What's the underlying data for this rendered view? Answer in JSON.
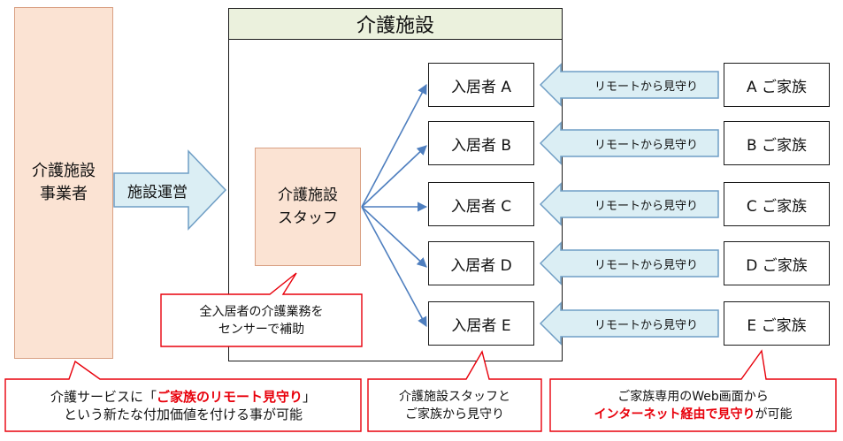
{
  "operator": {
    "line1": "介護施設",
    "line2": "事業者"
  },
  "facility": {
    "title": "介護施設"
  },
  "operation_label": "施設運営",
  "staff": {
    "line1": "介護施設",
    "line2": "スタッフ"
  },
  "residents": [
    "入居者 A",
    "入居者 B",
    "入居者 C",
    "入居者 D",
    "入居者 E"
  ],
  "families": [
    "A ご家族",
    "B ご家族",
    "C ご家族",
    "D ご家族",
    "E ご家族"
  ],
  "remote_label": "リモートから見守り",
  "callouts": {
    "staff_note": {
      "line1": "全入居者の介護業務を",
      "line2": "センサーで補助"
    },
    "service": {
      "line1_pre": "介護サービスに「",
      "line1_hl": "ご家族のリモート見守り",
      "line1_post": "」",
      "line2": "という新たな付加価値を付ける事が可能"
    },
    "resident_note": {
      "line1": "介護施設スタッフと",
      "line2": "ご家族から見守り"
    },
    "family_note": {
      "line1": "ご家族専用のWeb画面から",
      "line2_hl": "インターネット経由で見守り",
      "line2_post": "が可能"
    }
  },
  "colors": {
    "peach": "#fbe3d3",
    "facility_header": "#ebf1dd",
    "arrow_fill": "#dbeef4",
    "arrow_stroke": "#6f9ec5",
    "line_blue": "#4f7fbf",
    "callout_border": "#e8000b"
  }
}
